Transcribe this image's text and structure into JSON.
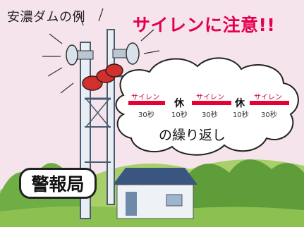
{
  "caption": "安濃ダムの例",
  "headline": "サイレンに注意!!",
  "pattern": {
    "siren_label": "サイレン",
    "rest_label": "休",
    "segments": [
      {
        "kind": "siren",
        "duration": "30秒"
      },
      {
        "kind": "rest",
        "duration": "10秒"
      },
      {
        "kind": "siren",
        "duration": "30秒"
      },
      {
        "kind": "rest",
        "duration": "10秒"
      },
      {
        "kind": "siren",
        "duration": "30秒"
      }
    ],
    "repeat_text": "の繰り返し"
  },
  "station_label": "警報局",
  "colors": {
    "accent": "#e5004f",
    "siren_bar": "#e60033",
    "sky": "#f5e4ec"
  }
}
